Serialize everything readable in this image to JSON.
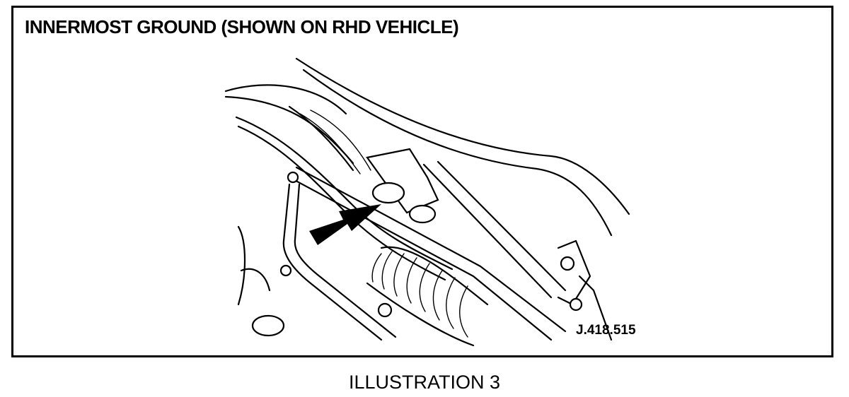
{
  "figure": {
    "title": "INNERMOST GROUND (SHOWN ON RHD VEHICLE)",
    "reference_code": "J.418.515",
    "caption": "ILLUSTRATION 3"
  },
  "indicator": {
    "type": "arrow",
    "color": "#000000"
  }
}
